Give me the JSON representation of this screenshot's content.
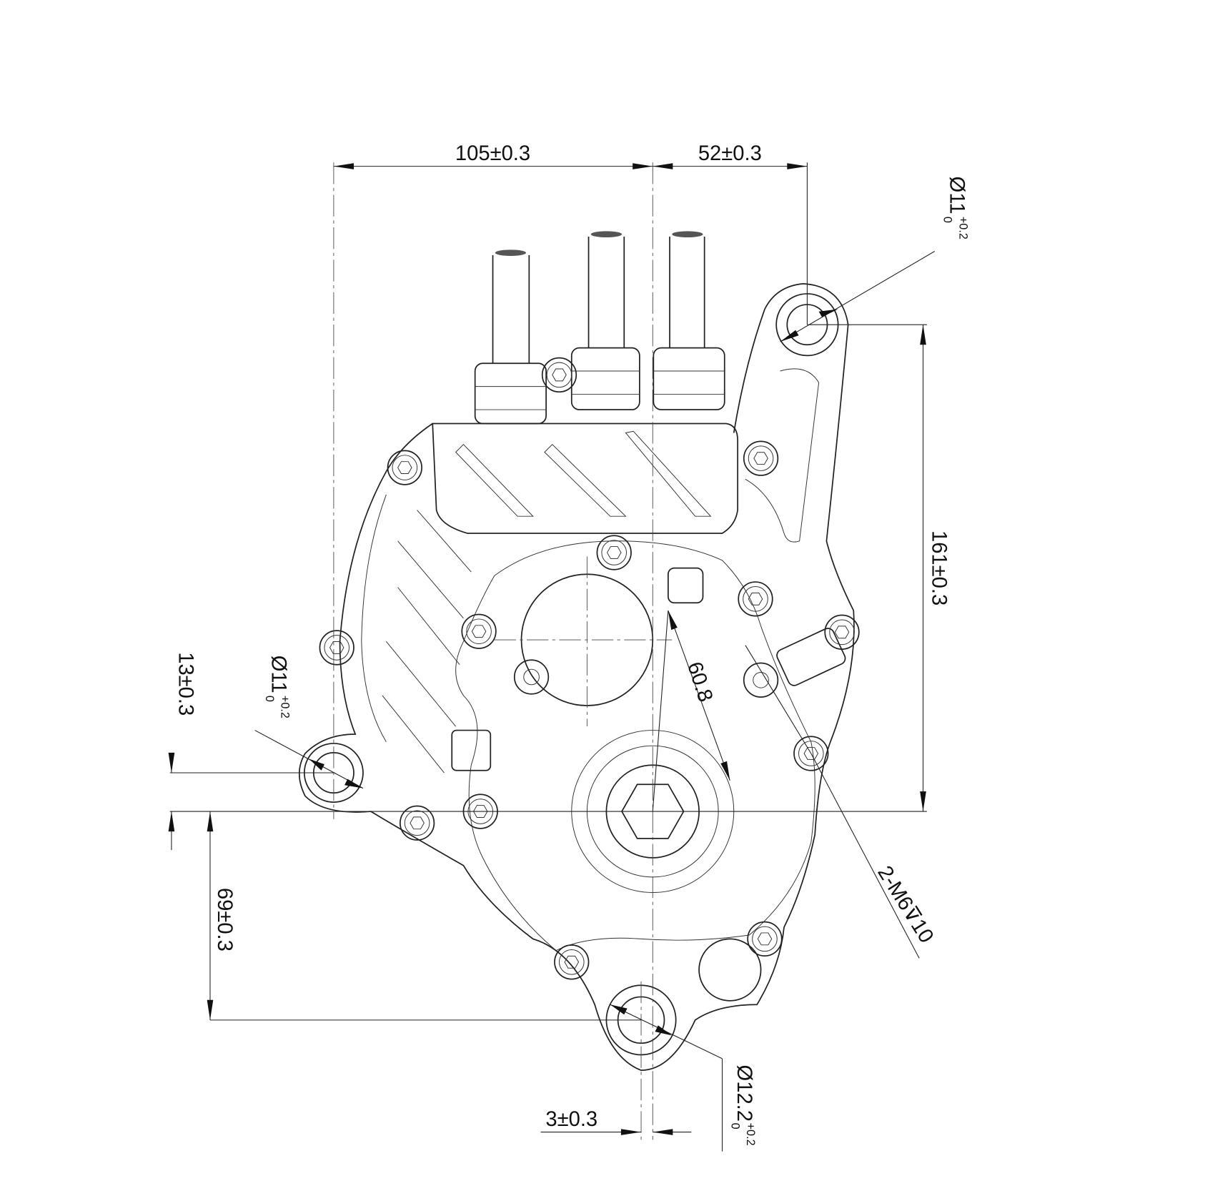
{
  "drawing": {
    "dimensions": {
      "width_left": "105±0.3",
      "width_right": "52±0.3",
      "height_total": "161±0.3",
      "gear_radius": "60.8",
      "thread_note": "2-M6⊽10",
      "left_hole_offset": "13±0.3",
      "bottom_hole_offset": "69±0.3",
      "bottom_hole_x_offset": "3±0.3"
    },
    "hole_callouts": {
      "top_right": {
        "diameter": "Ø11",
        "upper_tol": "+0.2",
        "lower_tol": "0"
      },
      "left": {
        "diameter": "Ø11",
        "upper_tol": "+0.2",
        "lower_tol": "0"
      },
      "bottom": {
        "diameter": "Ø12.2",
        "upper_tol": "+0.2",
        "lower_tol": "0"
      }
    },
    "colors": {
      "line": "#222222",
      "background": "#ffffff"
    }
  }
}
